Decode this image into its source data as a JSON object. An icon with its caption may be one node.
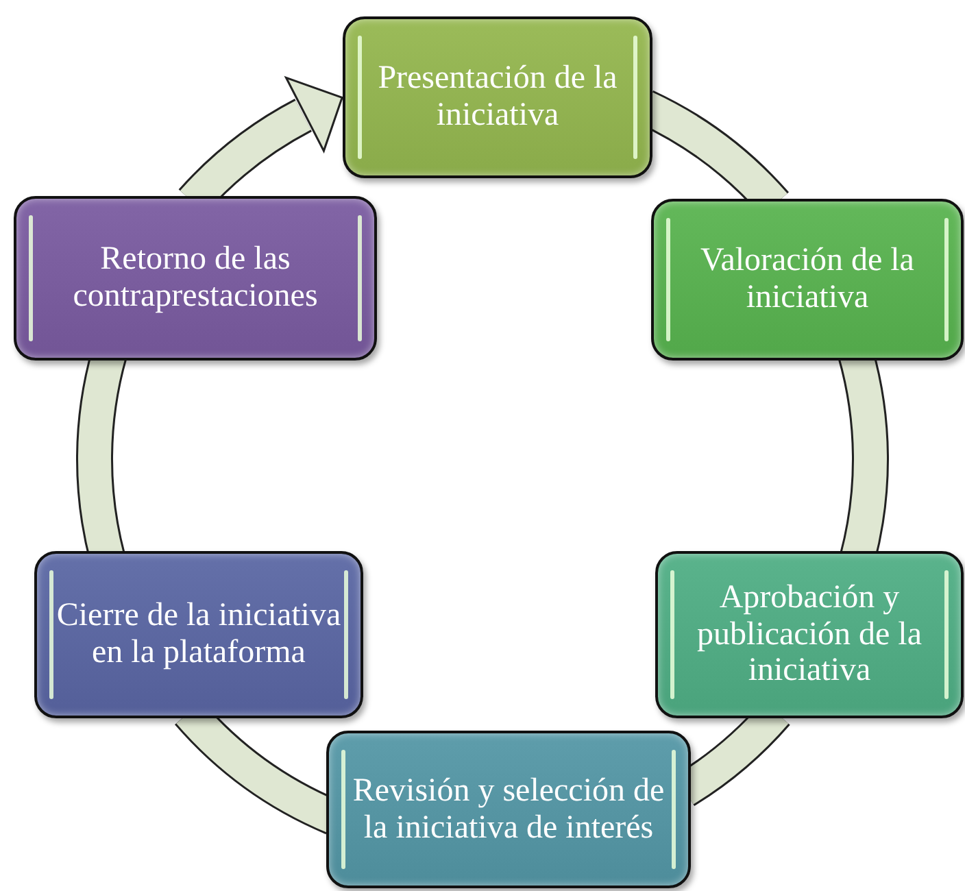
{
  "diagram": {
    "nodes": [
      {
        "text": [
          "Presentación de la iniciativa"
        ]
      },
      {
        "text": [
          "Valoración de la iniciativa"
        ]
      },
      {
        "text": [
          "Aprobación y publicación de la iniciativa"
        ]
      },
      {
        "text": [
          "Revisión y selección de la iniciativa de interés"
        ]
      },
      {
        "text": [
          "Cierre de la iniciativa en la plataforma"
        ]
      },
      {
        "text": [
          "Retorno de las contraprestaciones"
        ]
      }
    ],
    "edges": [
      {
        "from": 0,
        "to": 1,
        "arrow": "none"
      },
      {
        "from": 1,
        "to": 2,
        "arrow": "none"
      },
      {
        "from": 2,
        "to": 3,
        "arrow": "none"
      },
      {
        "from": 3,
        "to": 4,
        "arrow": "none"
      },
      {
        "from": 4,
        "to": 5,
        "arrow": "none"
      },
      {
        "from": 5,
        "to": 0,
        "arrow": "to"
      }
    ]
  }
}
